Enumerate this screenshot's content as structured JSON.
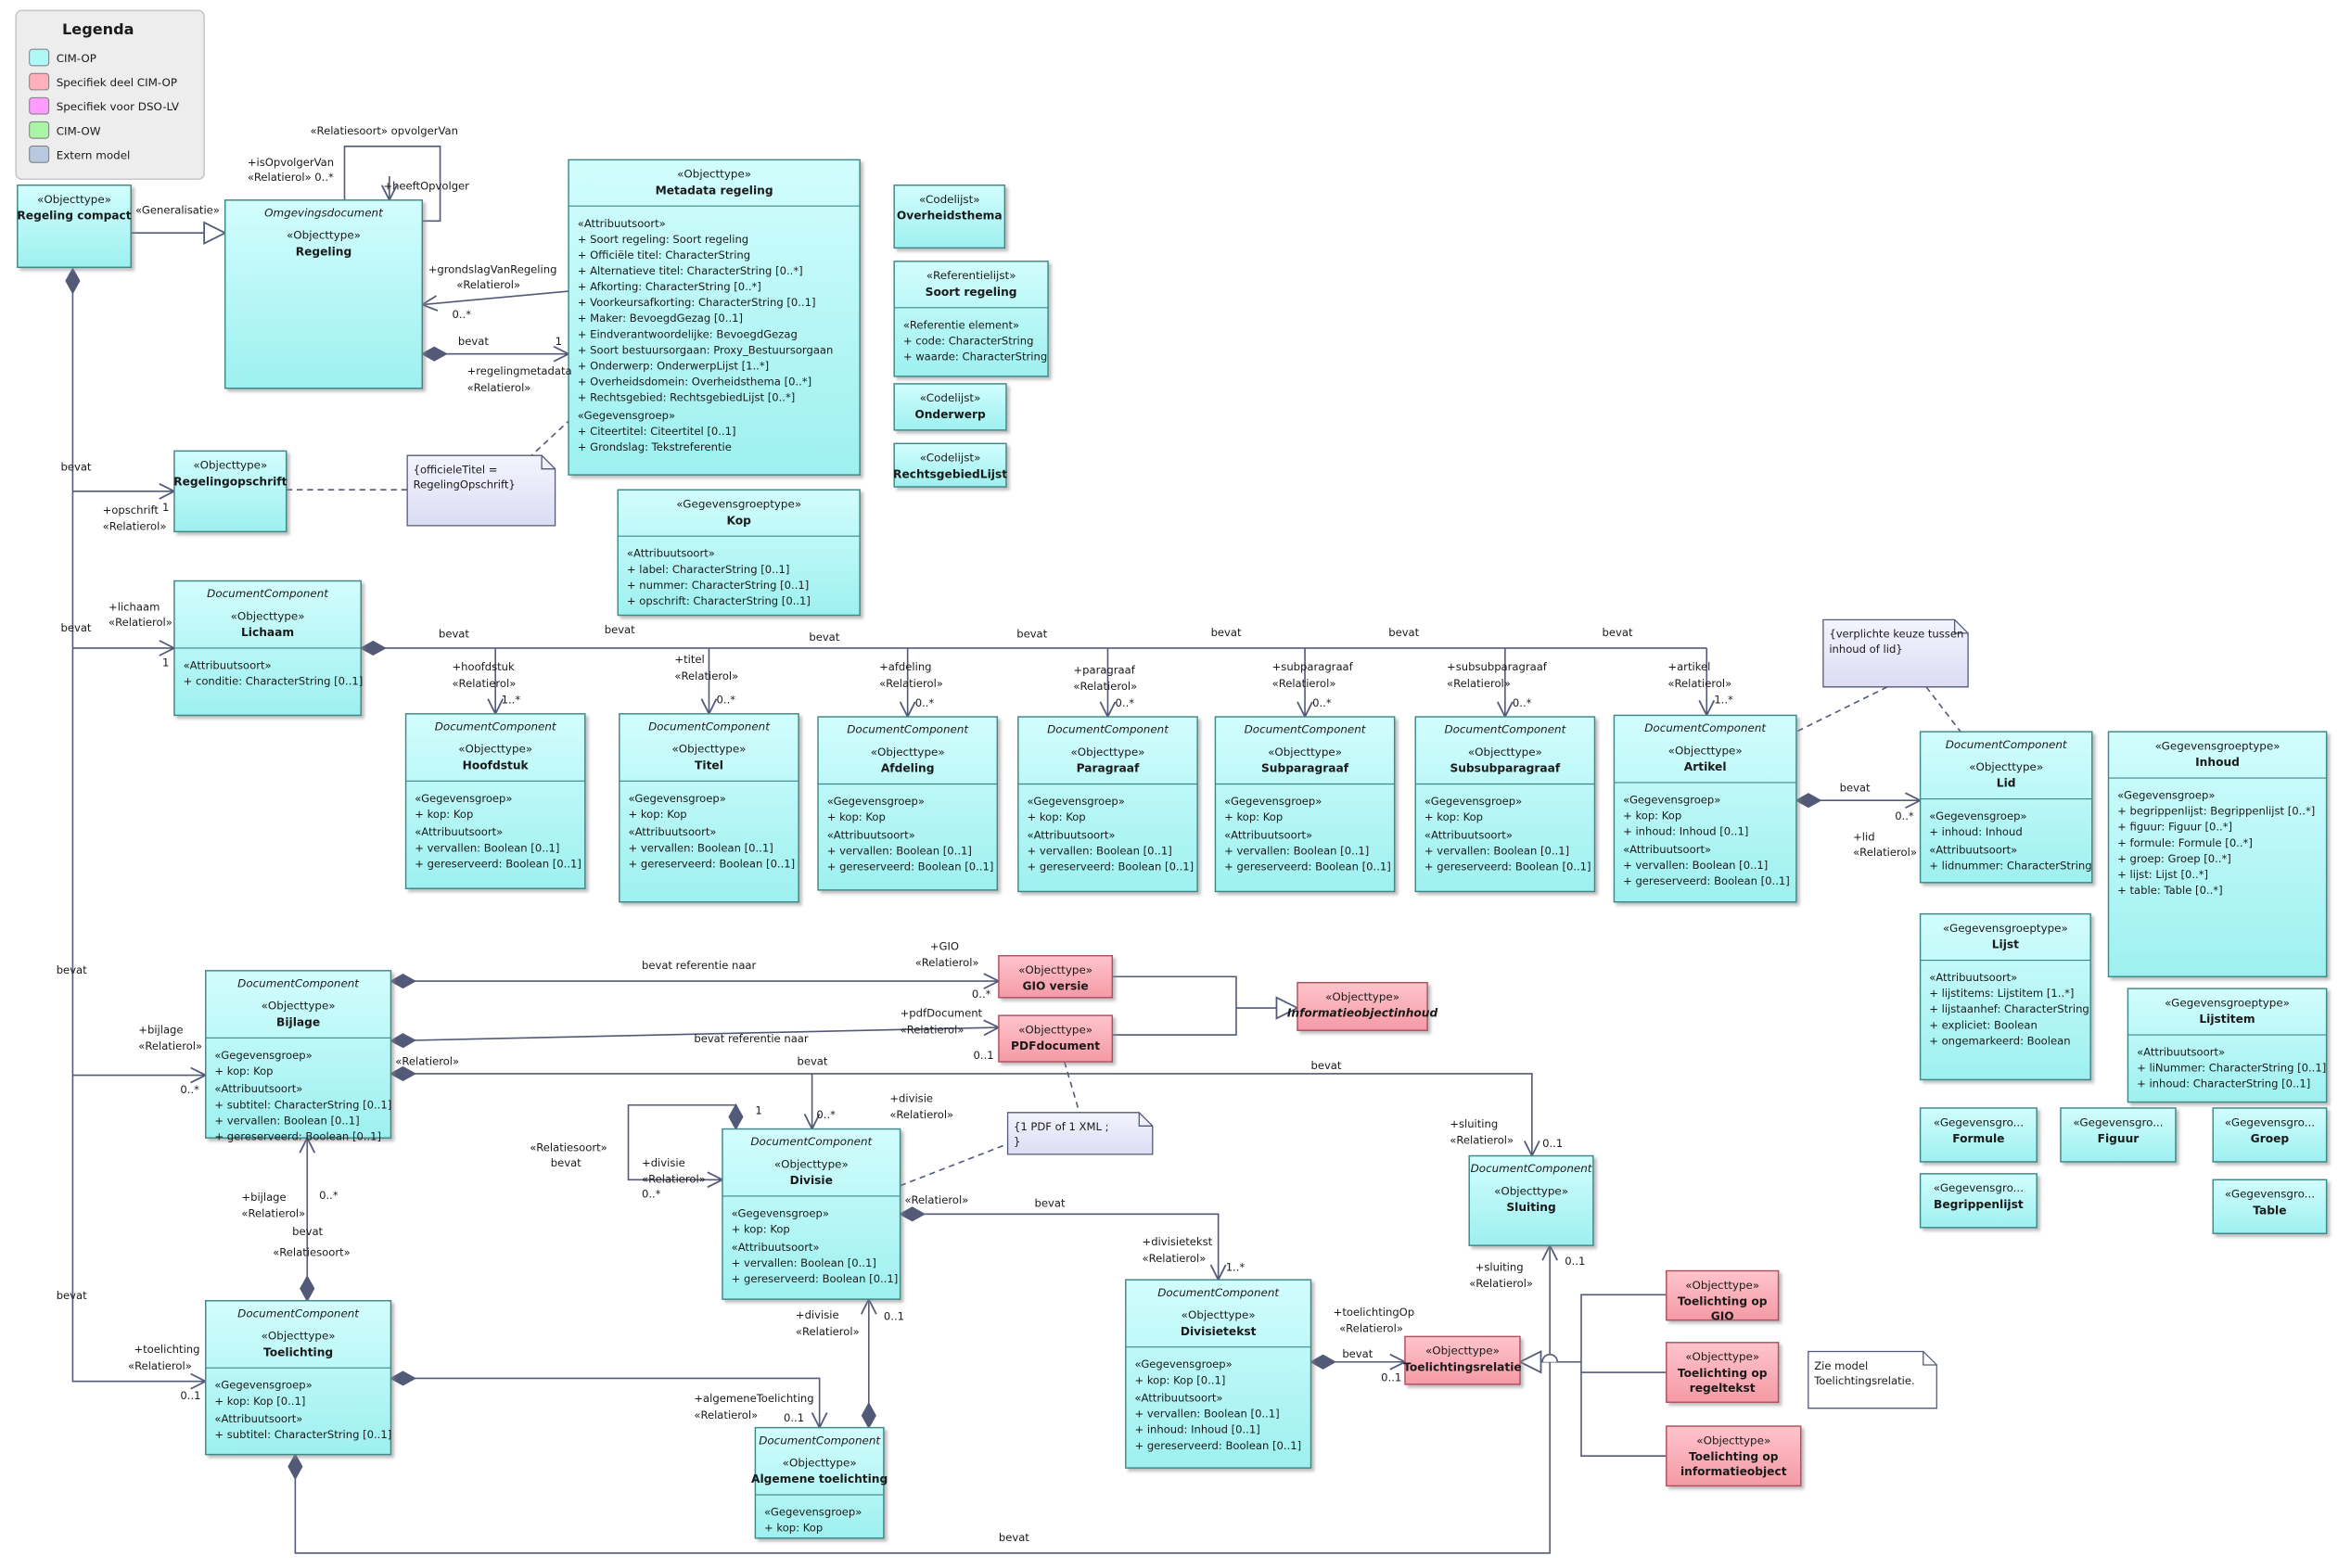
{
  "legend": {
    "title": "Legenda",
    "items": [
      {
        "label": "CIM-OP",
        "color": "#aef8f8"
      },
      {
        "label": "Specifiek deel CIM-OP",
        "color": "#ffb0b8"
      },
      {
        "label": "Specifiek voor DSO-LV",
        "color": "#ff9cff"
      },
      {
        "label": "CIM-OW",
        "color": "#a8f5a8"
      },
      {
        "label": "Extern model",
        "color": "#b8c8e0"
      }
    ]
  },
  "classes": [
    {
      "id": "regeling-compact",
      "stereotype": "«Objecttype»",
      "name": "Regeling compact",
      "theme": "cyan"
    },
    {
      "id": "regeling",
      "abstractTitle": "Omgevingsdocument",
      "stereotype": "«Objecttype»",
      "name": "Regeling",
      "theme": "cyan"
    },
    {
      "id": "metadata-regeling",
      "stereotype": "«Objecttype»",
      "name": "Metadata regeling",
      "theme": "cyan",
      "sections": [
        {
          "label": "«Attribuutsoort»",
          "rows": [
            "+   Soort regeling: Soort regeling",
            "+   Officiële titel: CharacterString",
            "+   Alternatieve titel: CharacterString [0..*]",
            "+   Afkorting: CharacterString [0..*]",
            "+   Voorkeursafkorting: CharacterString [0..1]",
            "+   Maker: BevoegdGezag [0..1]",
            "+   Eindverantwoordelijke: BevoegdGezag",
            "+   Soort bestuursorgaan: Proxy_Bestuursorgaan",
            "+   Onderwerp: OnderwerpLijst [1..*]",
            "+   Overheidsdomein: Overheidsthema [0..*]",
            "+   Rechtsgebied: RechtsgebiedLijst [0..*]"
          ]
        },
        {
          "label": "«Gegevensgroep»",
          "rows": [
            "+   Citeertitel: Citeertitel [0..1]",
            "+   Grondslag: Tekstreferentie"
          ]
        }
      ]
    },
    {
      "id": "overheidsthema",
      "stereotype": "«Codelijst»",
      "name": "Overheidsthema",
      "theme": "cyan"
    },
    {
      "id": "soort-regeling",
      "stereotype": "«Referentielijst»",
      "name": "Soort regeling",
      "theme": "cyan",
      "sections": [
        {
          "label": "«Referentie element»",
          "rows": [
            "+   code: CharacterString",
            "+   waarde: CharacterString"
          ]
        }
      ]
    },
    {
      "id": "onderwerp",
      "stereotype": "«Codelijst»",
      "name": "Onderwerp",
      "theme": "cyan"
    },
    {
      "id": "rechtsgebiedlijst",
      "stereotype": "«Codelijst»",
      "name": "RechtsgebiedLijst",
      "theme": "cyan"
    },
    {
      "id": "regelingopschrift",
      "stereotype": "«Objecttype»",
      "name": "Regelingopschrift",
      "theme": "cyan"
    },
    {
      "id": "kop",
      "stereotype": "«Gegevensgroeptype»",
      "name": "Kop",
      "theme": "cyan",
      "sections": [
        {
          "label": "«Attribuutsoort»",
          "rows": [
            "+   label: CharacterString [0..1]",
            "+   nummer: CharacterString [0..1]",
            "+   opschrift: CharacterString [0..1]"
          ]
        }
      ]
    },
    {
      "id": "lichaam",
      "abstractTitle": "DocumentComponent",
      "stereotype": "«Objecttype»",
      "name": "Lichaam",
      "theme": "cyan",
      "sections": [
        {
          "label": "«Attribuutsoort»",
          "rows": [
            "+   conditie: CharacterString [0..1]"
          ]
        }
      ]
    },
    {
      "id": "hoofdstuk",
      "abstractTitle": "DocumentComponent",
      "stereotype": "«Objecttype»",
      "name": "Hoofdstuk",
      "theme": "cyan",
      "sections": [
        {
          "label": "«Gegevensgroep»",
          "rows": [
            "+   kop: Kop"
          ]
        },
        {
          "label": "«Attribuutsoort»",
          "rows": [
            "+   vervallen: Boolean [0..1]",
            "+   gereserveerd: Boolean [0..1]"
          ]
        }
      ]
    },
    {
      "id": "titel",
      "abstractTitle": "DocumentComponent",
      "stereotype": "«Objecttype»",
      "name": "Titel",
      "theme": "cyan",
      "sections": [
        {
          "label": "«Gegevensgroep»",
          "rows": [
            "+   kop: Kop"
          ]
        },
        {
          "label": "«Attribuutsoort»",
          "rows": [
            "+   vervallen: Boolean [0..1]",
            "+   gereserveerd: Boolean [0..1]"
          ]
        }
      ]
    },
    {
      "id": "afdeling",
      "abstractTitle": "DocumentComponent",
      "stereotype": "«Objecttype»",
      "name": "Afdeling",
      "theme": "cyan",
      "sections": [
        {
          "label": "«Gegevensgroep»",
          "rows": [
            "+   kop: Kop"
          ]
        },
        {
          "label": "«Attribuutsoort»",
          "rows": [
            "+   vervallen: Boolean [0..1]",
            "+   gereserveerd: Boolean [0..1]"
          ]
        }
      ]
    },
    {
      "id": "paragraaf",
      "abstractTitle": "DocumentComponent",
      "stereotype": "«Objecttype»",
      "name": "Paragraaf",
      "theme": "cyan",
      "sections": [
        {
          "label": "«Gegevensgroep»",
          "rows": [
            "+   kop: Kop"
          ]
        },
        {
          "label": "«Attribuutsoort»",
          "rows": [
            "+   vervallen: Boolean [0..1]",
            "+   gereserveerd: Boolean [0..1]"
          ]
        }
      ]
    },
    {
      "id": "subparagraaf",
      "abstractTitle": "DocumentComponent",
      "stereotype": "«Objecttype»",
      "name": "Subparagraaf",
      "theme": "cyan",
      "sections": [
        {
          "label": "«Gegevensgroep»",
          "rows": [
            "+   kop: Kop"
          ]
        },
        {
          "label": "«Attribuutsoort»",
          "rows": [
            "+   vervallen: Boolean [0..1]",
            "+   gereserveerd: Boolean [0..1]"
          ]
        }
      ]
    },
    {
      "id": "subsubparagraaf",
      "abstractTitle": "DocumentComponent",
      "stereotype": "«Objecttype»",
      "name": "Subsubparagraaf",
      "theme": "cyan",
      "sections": [
        {
          "label": "«Gegevensgroep»",
          "rows": [
            "+   kop: Kop"
          ]
        },
        {
          "label": "«Attribuutsoort»",
          "rows": [
            "+   vervallen: Boolean [0..1]",
            "+   gereserveerd: Boolean [0..1]"
          ]
        }
      ]
    },
    {
      "id": "artikel",
      "abstractTitle": "DocumentComponent",
      "stereotype": "«Objecttype»",
      "name": "Artikel",
      "theme": "cyan",
      "sections": [
        {
          "label": "«Gegevensgroep»",
          "rows": [
            "+   kop: Kop",
            "+   inhoud: Inhoud [0..1]"
          ]
        },
        {
          "label": "«Attribuutsoort»",
          "rows": [
            "+   vervallen: Boolean [0..1]",
            "+   gereserveerd: Boolean [0..1]"
          ]
        }
      ]
    },
    {
      "id": "lid",
      "abstractTitle": "DocumentComponent",
      "stereotype": "«Objecttype»",
      "name": "Lid",
      "theme": "cyan",
      "sections": [
        {
          "label": "«Gegevensgroep»",
          "rows": [
            "+   inhoud: Inhoud"
          ]
        },
        {
          "label": "«Attribuutsoort»",
          "rows": [
            "+   lidnummer: CharacterString"
          ]
        }
      ]
    },
    {
      "id": "inhoud",
      "stereotype": "«Gegevensgroeptype»",
      "name": "Inhoud",
      "theme": "cyan",
      "sections": [
        {
          "label": "«Gegevensgroep»",
          "rows": [
            "+   begrippenlijst: Begrippenlijst [0..*]",
            "+   figuur: Figuur [0..*]",
            "+   formule: Formule [0..*]",
            "+   groep: Groep [0..*]",
            "+   lijst: Lijst [0..*]",
            "+   table: Table [0..*]"
          ]
        }
      ]
    },
    {
      "id": "lijst",
      "stereotype": "«Gegevensgroeptype»",
      "name": "Lijst",
      "theme": "cyan",
      "sections": [
        {
          "label": "«Attribuutsoort»",
          "rows": [
            "+   lijstitems: Lijstitem [1..*]",
            "+   lijstaanhef: CharacterString",
            "+   expliciet: Boolean",
            "+   ongemarkeerd: Boolean"
          ]
        }
      ]
    },
    {
      "id": "lijstitem",
      "stereotype": "«Gegevensgroeptype»",
      "name": "Lijstitem",
      "theme": "cyan",
      "sections": [
        {
          "label": "«Attribuutsoort»",
          "rows": [
            "+   liNummer: CharacterString [0..1]",
            "+   inhoud: CharacterString [0..1]"
          ]
        }
      ]
    },
    {
      "id": "formule",
      "stereotype": "«Gegevensgro...",
      "name": "Formule",
      "theme": "cyan"
    },
    {
      "id": "figuur",
      "stereotype": "«Gegevensgro...",
      "name": "Figuur",
      "theme": "cyan"
    },
    {
      "id": "groep",
      "stereotype": "«Gegevensgro...",
      "name": "Groep",
      "theme": "cyan"
    },
    {
      "id": "begrippenlijst",
      "stereotype": "«Gegevensgro...",
      "name": "Begrippenlijst",
      "theme": "cyan"
    },
    {
      "id": "table",
      "stereotype": "«Gegevensgro...",
      "name": "Table",
      "theme": "cyan"
    },
    {
      "id": "bijlage",
      "abstractTitle": "DocumentComponent",
      "stereotype": "«Objecttype»",
      "name": "Bijlage",
      "theme": "cyan",
      "sections": [
        {
          "label": "«Gegevensgroep»",
          "rows": [
            "+   kop: Kop"
          ]
        },
        {
          "label": "«Attribuutsoort»",
          "rows": [
            "+   subtitel: CharacterString [0..1]",
            "+   vervallen: Boolean [0..1]",
            "+   gereserveerd: Boolean [0..1]"
          ]
        }
      ]
    },
    {
      "id": "gio-versie",
      "stereotype": "«Objecttype»",
      "name": "GIO versie",
      "theme": "pink"
    },
    {
      "id": "pdfdocument",
      "stereotype": "«Objecttype»",
      "name": "PDFdocument",
      "theme": "pink"
    },
    {
      "id": "informatieobjectinhoud",
      "stereotype": "«Objecttype»",
      "name": "Informatieobjectinhoud",
      "theme": "pink",
      "italicName": true
    },
    {
      "id": "divisie",
      "abstractTitle": "DocumentComponent",
      "stereotype": "«Objecttype»",
      "name": "Divisie",
      "theme": "cyan",
      "sections": [
        {
          "label": "«Gegevensgroep»",
          "rows": [
            "+   kop: Kop"
          ]
        },
        {
          "label": "«Attribuutsoort»",
          "rows": [
            "+   vervallen: Boolean [0..1]",
            "+   gereserveerd: Boolean [0..1]"
          ]
        }
      ]
    },
    {
      "id": "sluiting",
      "abstractTitle": "DocumentComponent",
      "stereotype": "«Objecttype»",
      "name": "Sluiting",
      "theme": "cyan"
    },
    {
      "id": "toelichting",
      "abstractTitle": "DocumentComponent",
      "stereotype": "«Objecttype»",
      "name": "Toelichting",
      "theme": "cyan",
      "sections": [
        {
          "label": "«Gegevensgroep»",
          "rows": [
            "+   kop: Kop [0..1]"
          ]
        },
        {
          "label": "«Attribuutsoort»",
          "rows": [
            "+   subtitel: CharacterString [0..1]"
          ]
        }
      ]
    },
    {
      "id": "algemene-toelichting",
      "abstractTitle": "DocumentComponent",
      "stereotype": "«Objecttype»",
      "name": "Algemene toelichting",
      "theme": "cyan",
      "sections": [
        {
          "label": "«Gegevensgroep»",
          "rows": [
            "+   kop: Kop"
          ]
        }
      ]
    },
    {
      "id": "divisietekst",
      "abstractTitle": "DocumentComponent",
      "stereotype": "«Objecttype»",
      "name": "Divisietekst",
      "theme": "cyan",
      "sections": [
        {
          "label": "«Gegevensgroep»",
          "rows": [
            "+   kop: Kop [0..1]"
          ]
        },
        {
          "label": "«Attribuutsoort»",
          "rows": [
            "+   vervallen: Boolean [0..1]",
            "+   inhoud: Inhoud [0..1]",
            "+   gereserveerd: Boolean [0..1]"
          ]
        }
      ]
    },
    {
      "id": "toelichtingsrelatie",
      "stereotype": "«Objecttype»",
      "name": "Toelichtingsrelatie",
      "theme": "pink"
    },
    {
      "id": "toelichting-op-gio",
      "stereotype": "«Objecttype»",
      "name": "Toelichting op GIO",
      "theme": "pink"
    },
    {
      "id": "toelichting-op-regeltekst",
      "stereotype": "«Objecttype»",
      "name": "Toelichting op regeltekst",
      "theme": "pink"
    },
    {
      "id": "toelichting-op-informatieobject",
      "stereotype": "«Objecttype»",
      "name": "Toelichting op informatieobject",
      "theme": "pink"
    }
  ],
  "notes": [
    {
      "id": "note-officiele-titel",
      "text": "{officieleTitel = RegelingOpschrift}"
    },
    {
      "id": "note-verplichte-keuze",
      "text": "{verplichte keuze tussen inhoud of lid}"
    },
    {
      "id": "note-pdf-xml",
      "text": "{1 PDF of 1 XML ; }"
    },
    {
      "id": "note-zie-model",
      "text": "Zie model Toelichtingsrelatie."
    }
  ],
  "labels": {
    "relatiesoort_opvolgervan": "«Relatiesoort» opvolgerVan",
    "isopvolgervan": "+isOpvolgerVan",
    "relatierol": "«Relatierol»",
    "mult_0_star": "0..*",
    "mult_0_1": "0..1",
    "mult_1": "1",
    "mult_1_star": "1..*",
    "heeftopvolger": "+heeftOpvolger",
    "generalisatie": "«Generalisatie»",
    "grondslagvanregeling": "+grondslagVanRegeling",
    "bevat": "bevat",
    "regelingmetadata": "+regelingmetadata",
    "opschrift": "+opschrift",
    "lichaam": "+lichaam",
    "hoofdstuk": "+hoofdstuk",
    "titel": "+titel",
    "afdeling": "+afdeling",
    "paragraaf": "+paragraaf",
    "subparagraaf": "+subparagraaf",
    "subsubparagraaf": "+subsubparagraaf",
    "artikel": "+artikel",
    "lid": "+lid",
    "bevat_referentie_naar": "bevat referentie naar",
    "gio": "+GIO",
    "pdfdocument": "+pdfDocument",
    "bijlage": "+bijlage",
    "relatiesoort": "«Relatiesoort»",
    "divisie": "+divisie",
    "sluiting": "+sluiting",
    "divisietekst": "+divisietekst",
    "toelichtingop": "+toelichtingOp",
    "toelichting": "+toelichting",
    "algemenetoelichting": "+algemeneToelichting"
  }
}
